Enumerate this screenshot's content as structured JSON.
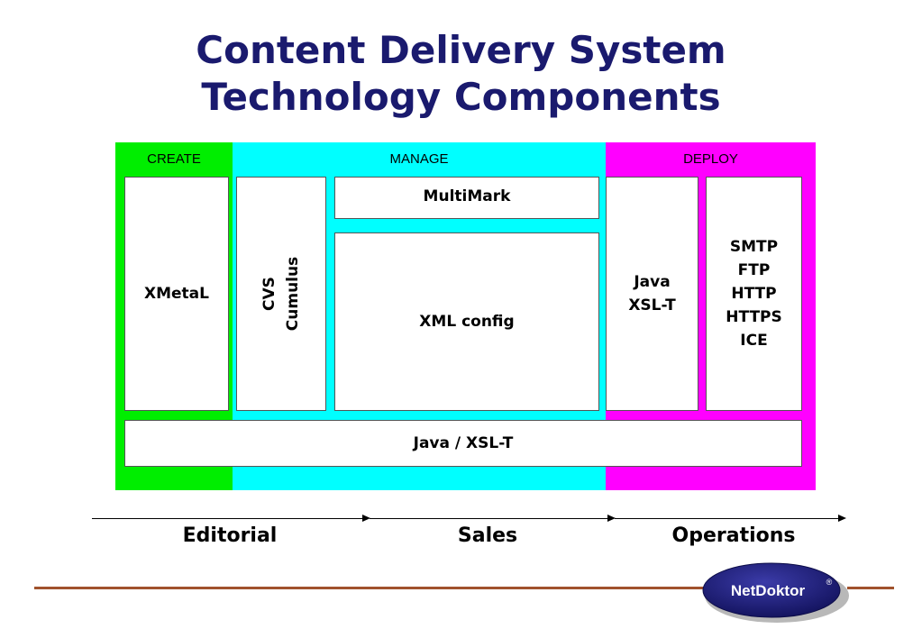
{
  "title": {
    "line1": "Content Delivery System",
    "line2": "Technology Components"
  },
  "bands": {
    "create": {
      "label": "CREATE",
      "color": "#00ee00"
    },
    "manage": {
      "label": "MANAGE",
      "color": "#00ffff"
    },
    "deploy": {
      "label": "DEPLOY",
      "color": "#ff00ff"
    }
  },
  "boxes": {
    "xmetal": "XMetaL",
    "cvs_line1": "CVS",
    "cvs_line2": "Cumulus",
    "multimark": "MultiMark",
    "xml_config": "XML config",
    "java_line1": "Java",
    "java_line2": "XSL-T",
    "protocols": [
      "SMTP",
      "FTP",
      "HTTP",
      "HTTPS",
      "ICE"
    ],
    "java_xslt_bar": "Java / XSL-T"
  },
  "phases": {
    "editorial": "Editorial",
    "sales": "Sales",
    "operations": "Operations"
  },
  "logo": {
    "text": "NetDoktor",
    "mark": "®",
    "color": "#1a1a6e"
  },
  "footer_line_color": "#a0522d"
}
